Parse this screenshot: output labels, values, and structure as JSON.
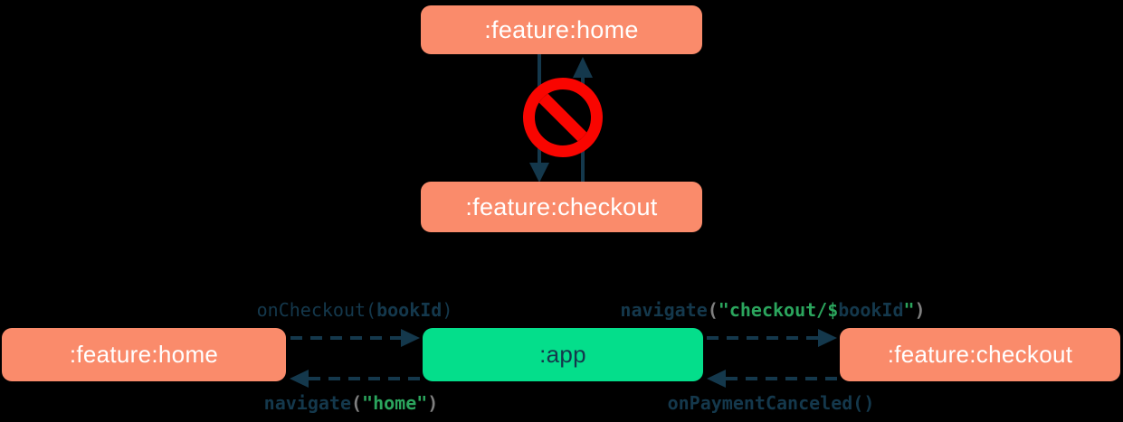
{
  "colors": {
    "bg": "#000000",
    "module-fill": "#FA8B6B",
    "app-fill": "#04DE8B",
    "navy": "#14384C",
    "code-green": "#2BA55D",
    "code-gray": "#7F7F7F",
    "ban-red": "#F90500",
    "box-text": "#FFFFFF"
  },
  "top_diagram": {
    "home_module": ":feature:home",
    "checkout_module": ":feature:checkout",
    "ban_icon_meaning": "forbidden-direct-dependency"
  },
  "bottom_diagram": {
    "home_module": ":feature:home",
    "app_module": ":app",
    "checkout_module": ":feature:checkout",
    "labels": {
      "on_checkout": {
        "fn": "onCheckout(",
        "arg": "bookId",
        "close": ")"
      },
      "navigate_home": {
        "fn": "navigate",
        "open": "(",
        "string": "\"home\"",
        "close": ")"
      },
      "navigate_checkout": {
        "fn": "navigate",
        "open": "(",
        "string_start": "\"checkout/$",
        "template_var": "bookId",
        "string_end": "\"",
        "close": ")"
      },
      "on_payment_canceled": {
        "fn": "onPaymentCanceled",
        "parens": "()"
      }
    }
  }
}
